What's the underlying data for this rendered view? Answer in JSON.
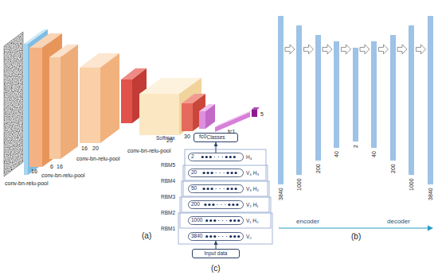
{
  "diagram": {
    "nodes": [
      {
        "text": [
          "Classes"
        ]
      },
      {
        "text": [
          "2"
        ]
      },
      {
        "text": [
          "20"
        ]
      },
      {
        "text": [
          "50"
        ]
      },
      {
        "text": [
          "200"
        ]
      },
      {
        "text": [
          "1000"
        ]
      },
      {
        "text": [
          "3840"
        ]
      },
      {
        "text": [
          "Input data"
        ]
      }
    ],
    "edges": [
      {
        "from": 7,
        "to": 6,
        "arrow": "to"
      },
      {
        "from": 1,
        "to": 0,
        "arrow": "to"
      }
    ],
    "labels": [
      "16",
      "conv-bn-relu-pool",
      "6",
      "16",
      "conv-bn-relu-pool",
      "16",
      "20",
      "conv-bn-relu-pool",
      "20",
      "30",
      "conv-bn-relu-pool",
      "fc0",
      "fc1",
      "5",
      "(a)",
      "3840",
      "1000",
      "200",
      "40",
      "2",
      "40",
      "200",
      "1000",
      "3840",
      "encoder",
      "decoder",
      "(b)",
      "Softmax",
      "RBM5",
      "H₄",
      "RBM4",
      "V₄ H₃",
      "RBM3",
      "V₃ H₂",
      "RBM2",
      "V₂ H₁",
      "RBM1",
      "V₁ H₀",
      "V₀",
      "(c)"
    ]
  }
}
